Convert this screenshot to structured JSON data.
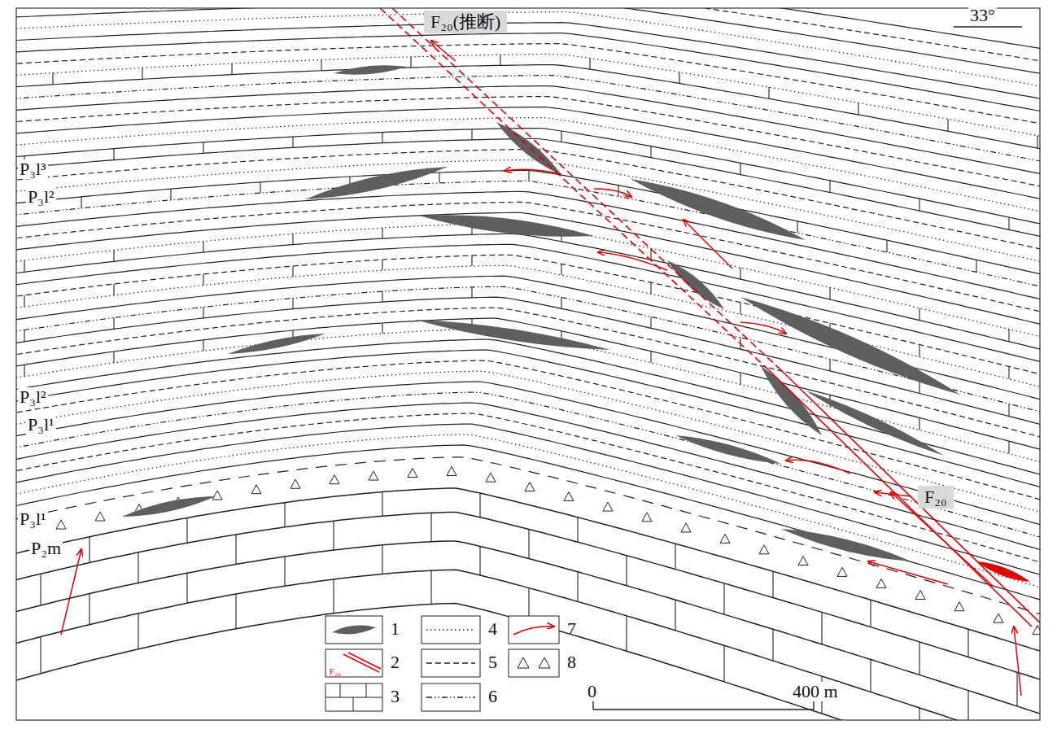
{
  "diagram": {
    "labels": [
      "F₂₀(推断)",
      "33°",
      "P₃l³",
      "P₃l²",
      "P₃l²",
      "P₃l¹",
      "P₃l¹",
      "P₂m",
      "F₂₀",
      "F₂₀",
      "0",
      "400 m"
    ],
    "legend": [
      {
        "text": "1"
      },
      {
        "text": "2"
      },
      {
        "text": "3"
      },
      {
        "text": "4"
      },
      {
        "text": "5"
      },
      {
        "text": "6"
      },
      {
        "text": "7"
      },
      {
        "text": "8"
      }
    ]
  }
}
